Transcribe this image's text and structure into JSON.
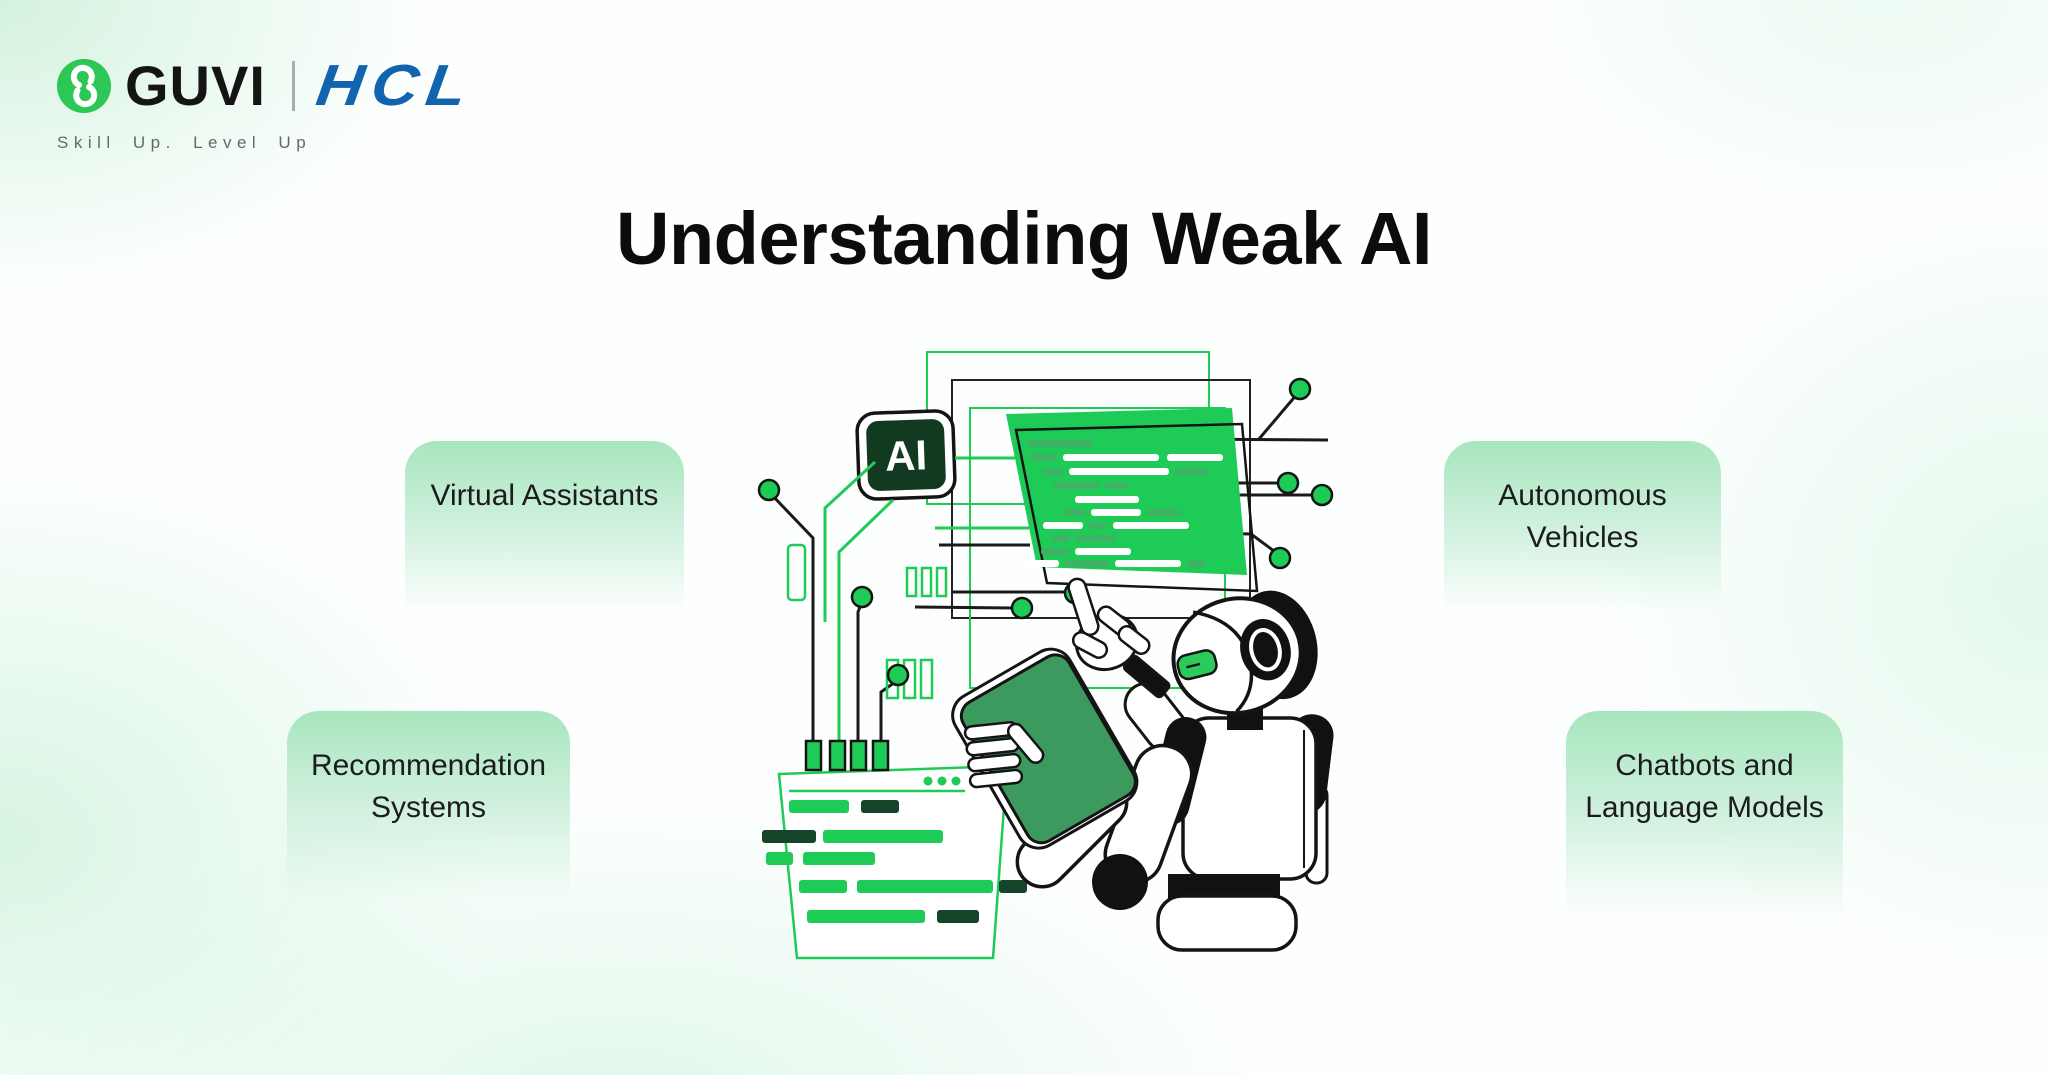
{
  "brand": {
    "name": "GUVI",
    "partner": "HCL",
    "tagline": "Skill Up. Level Up",
    "colors": {
      "logo_green": "#2CC755",
      "hcl_blue": "#1264AF",
      "tagline_gray": "#5E6A6E"
    }
  },
  "title": "Understanding Weak AI",
  "cards": [
    {
      "id": "virtual-assistants",
      "label": "Virtual Assistants"
    },
    {
      "id": "autonomous-vehicles",
      "label": "Autonomous Vehicles"
    },
    {
      "id": "recommendation-systems",
      "label": "Recommendation Systems"
    },
    {
      "id": "chatbots-language-models",
      "label": "Chatbots and Language Models"
    }
  ],
  "illustration": {
    "chip_label": "AI",
    "colors": {
      "accent_green": "#1ECB57",
      "muted_green": "#3EB265",
      "dark_green": "#123A20",
      "tablet_green": "#3C9A5E",
      "card_gradient_top": "#A7E6BD",
      "outline_black": "#141414"
    }
  }
}
